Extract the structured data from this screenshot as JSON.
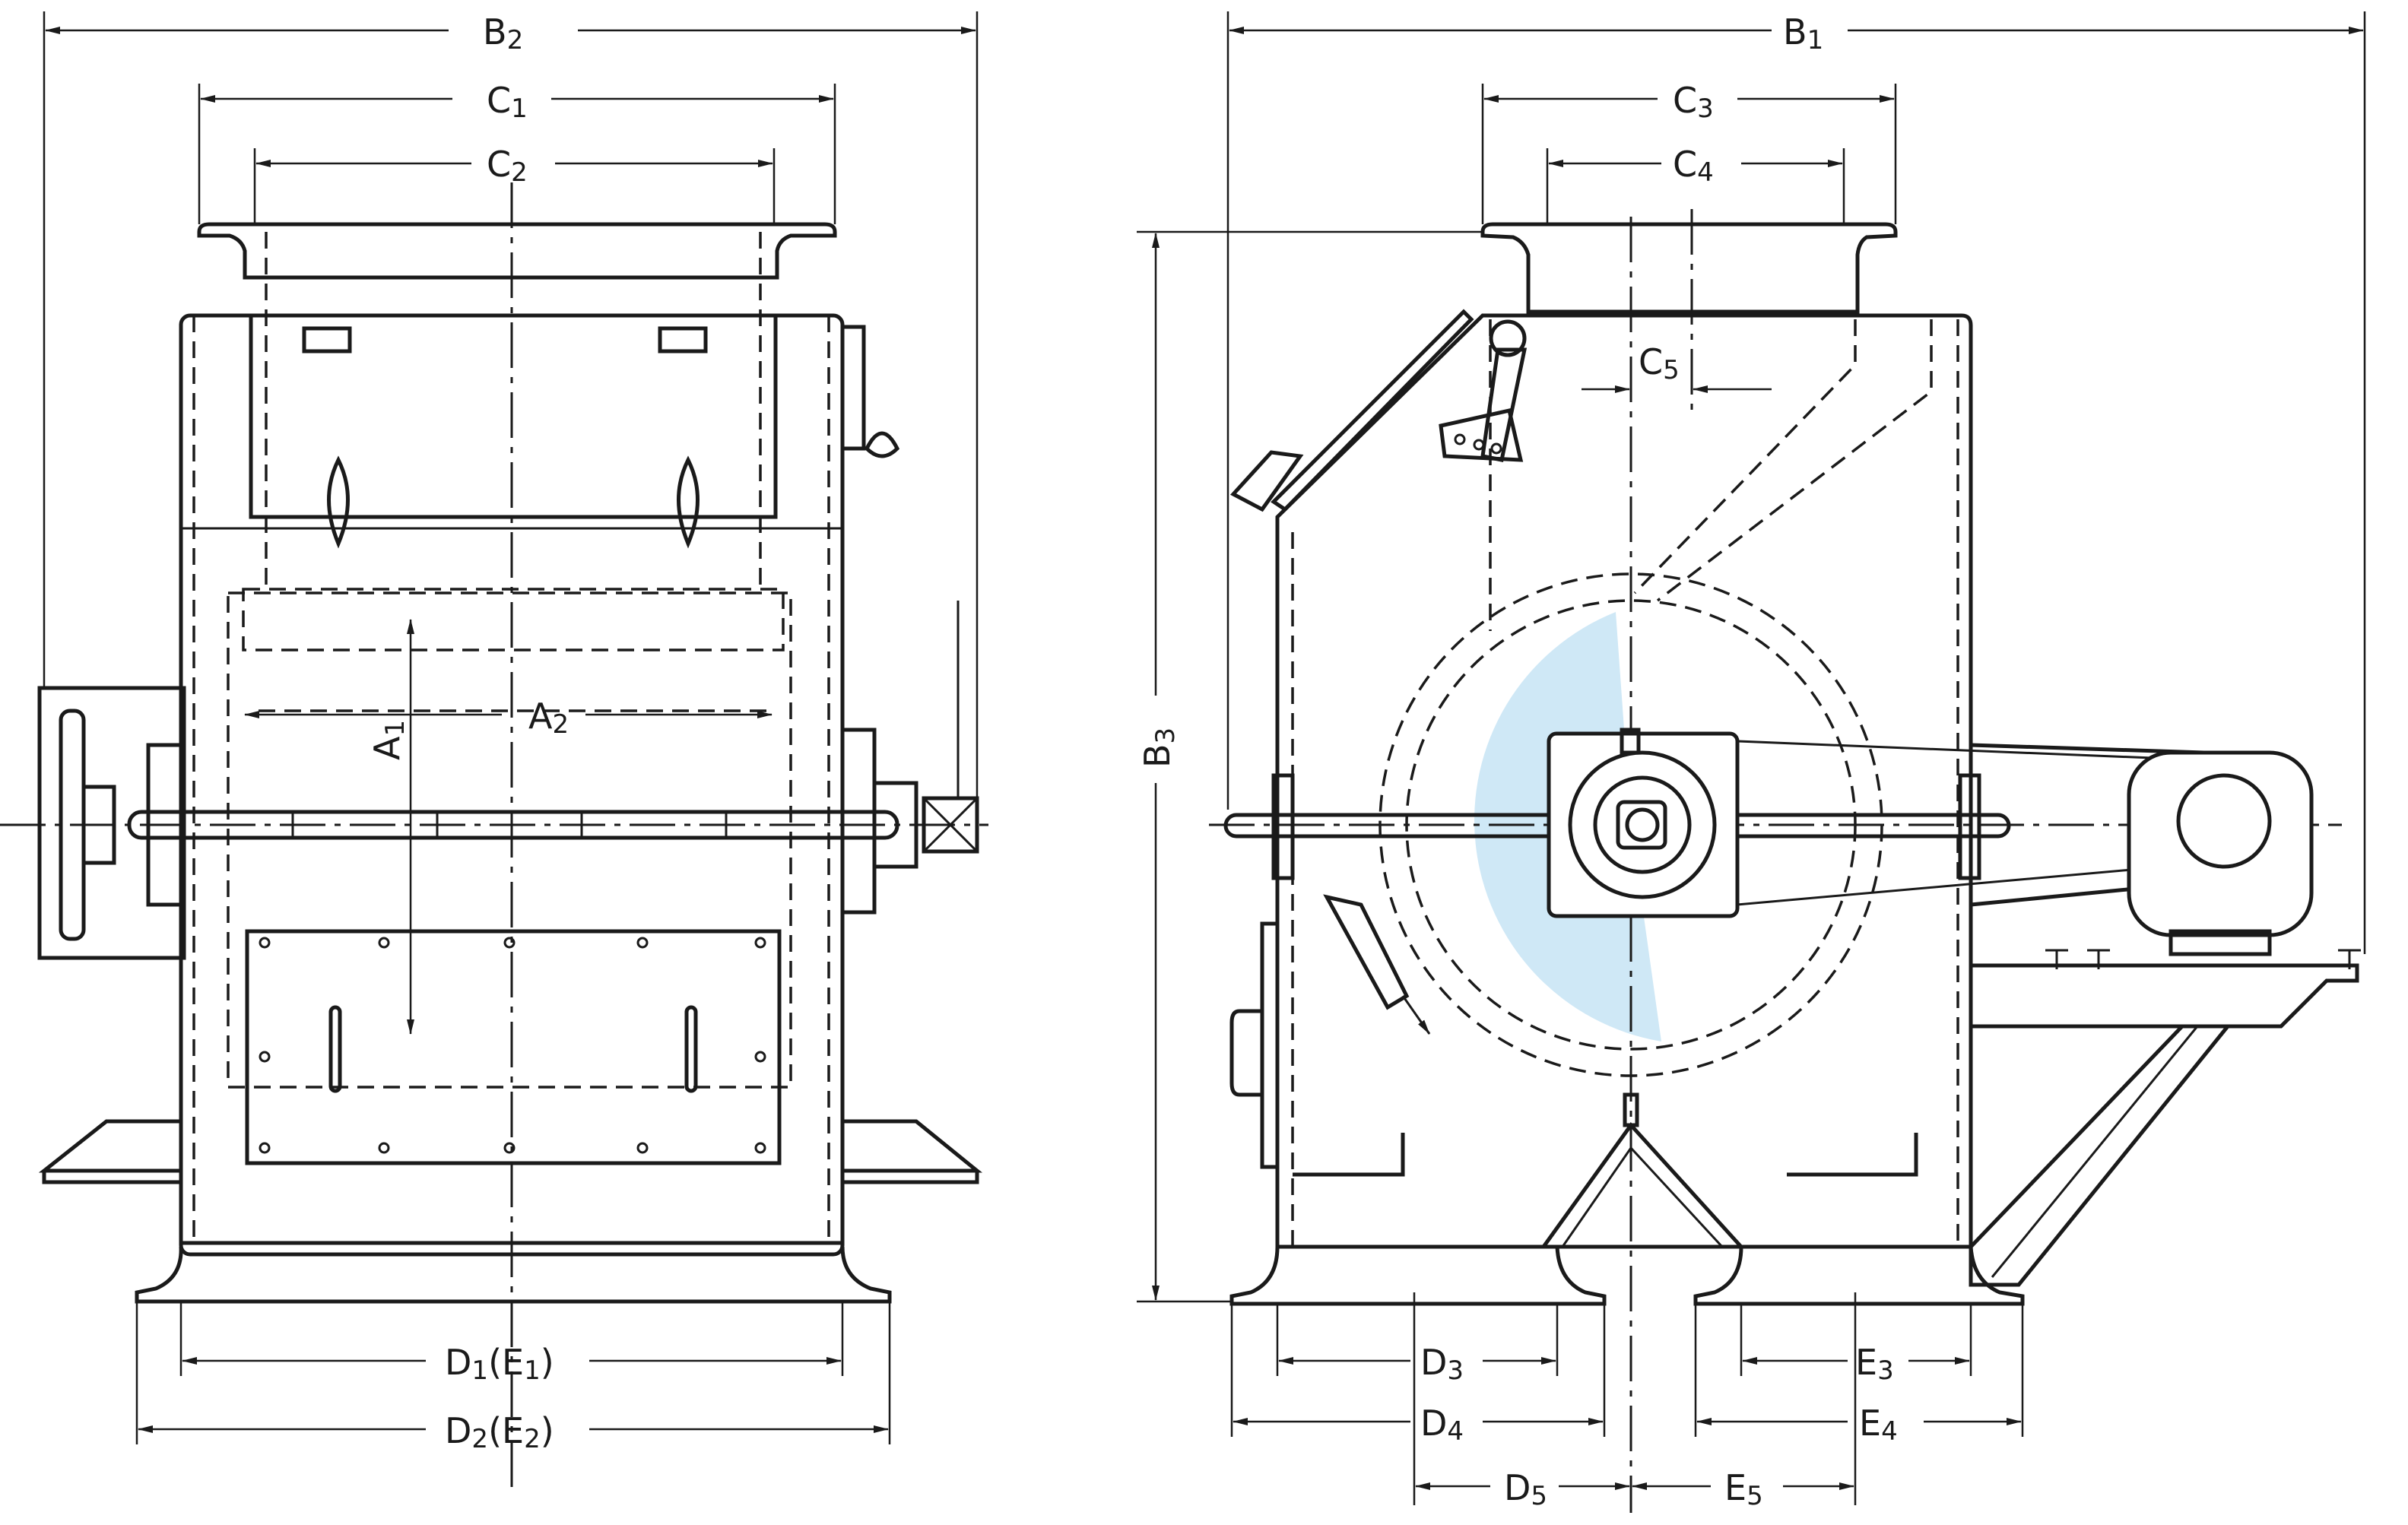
{
  "figure": "Crusher dimensional drawing (front view and side view)",
  "colors": {
    "ink": "#1a1a1a",
    "rotor_shade": "#cfe8f6",
    "paper": "#ffffff"
  },
  "front_view": {
    "labels": {
      "B2": {
        "main": "B",
        "sub": "2"
      },
      "C1": {
        "main": "C",
        "sub": "1"
      },
      "C2": {
        "main": "C",
        "sub": "2"
      },
      "A1": {
        "main": "A",
        "sub": "1"
      },
      "A2": {
        "main": "A",
        "sub": "2"
      },
      "D1E1": {
        "main": "D",
        "sub": "1",
        "paren_main": "E",
        "paren_sub": "1"
      },
      "D2E2": {
        "main": "D",
        "sub": "2",
        "paren_main": "E",
        "paren_sub": "2"
      }
    }
  },
  "side_view": {
    "labels": {
      "B1": {
        "main": "B",
        "sub": "1"
      },
      "B3": {
        "main": "B",
        "sub": "3"
      },
      "C3": {
        "main": "C",
        "sub": "3"
      },
      "C4": {
        "main": "C",
        "sub": "4"
      },
      "C5": {
        "main": "C",
        "sub": "5"
      },
      "D3": {
        "main": "D",
        "sub": "3"
      },
      "D4": {
        "main": "D",
        "sub": "4"
      },
      "D5": {
        "main": "D",
        "sub": "5"
      },
      "E3": {
        "main": "E",
        "sub": "3"
      },
      "E4": {
        "main": "E",
        "sub": "4"
      },
      "E5": {
        "main": "E",
        "sub": "5"
      }
    }
  }
}
